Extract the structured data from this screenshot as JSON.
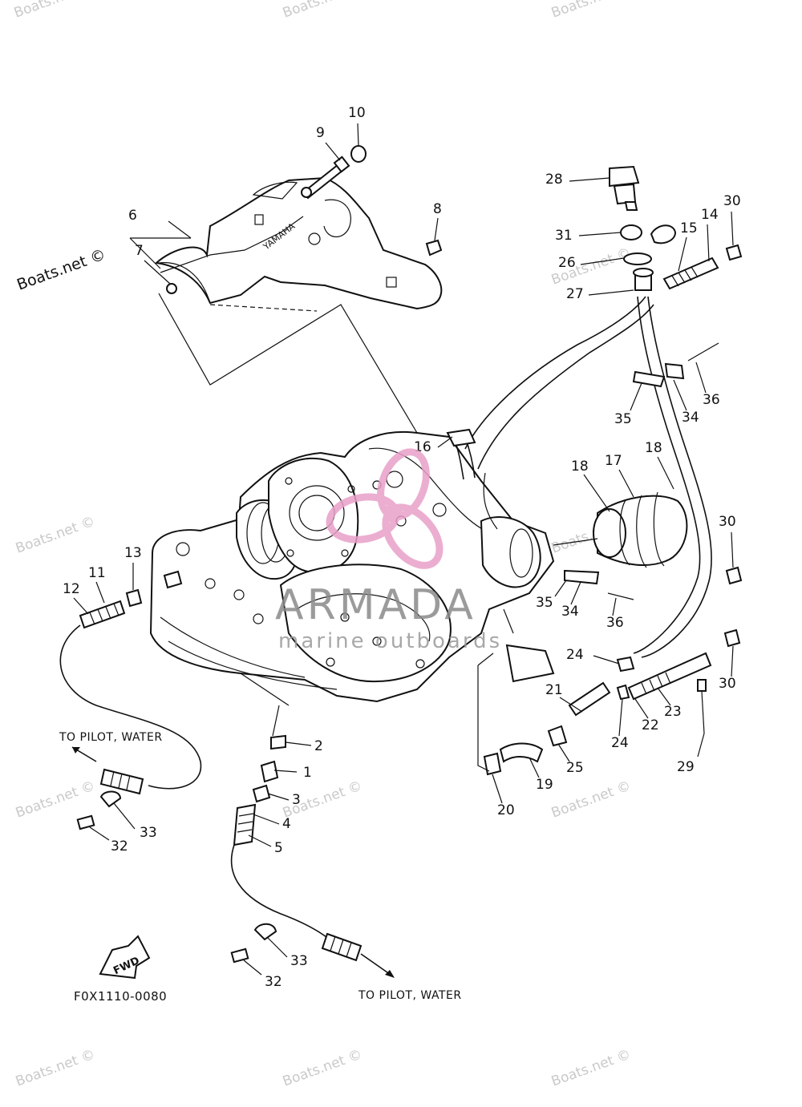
{
  "diagram": {
    "code": "F0X1110-0080",
    "fwd_label": "FWD",
    "cover_brand": "YAMAHA",
    "pilot_water_label": "TO PILOT, WATER",
    "watermark_text": "Boats.net ©",
    "logo": {
      "brand": "ARMADA",
      "subtitle": "marine outboards",
      "accent_color": "#e8a0c8"
    },
    "part_numbers": [
      "1",
      "2",
      "3",
      "4",
      "5",
      "6",
      "7",
      "8",
      "9",
      "10",
      "11",
      "12",
      "13",
      "14",
      "15",
      "16",
      "17",
      "18",
      "19",
      "20",
      "21",
      "22",
      "23",
      "24",
      "25",
      "26",
      "27",
      "28",
      "29",
      "30",
      "31",
      "32",
      "33",
      "34",
      "35",
      "36"
    ]
  }
}
